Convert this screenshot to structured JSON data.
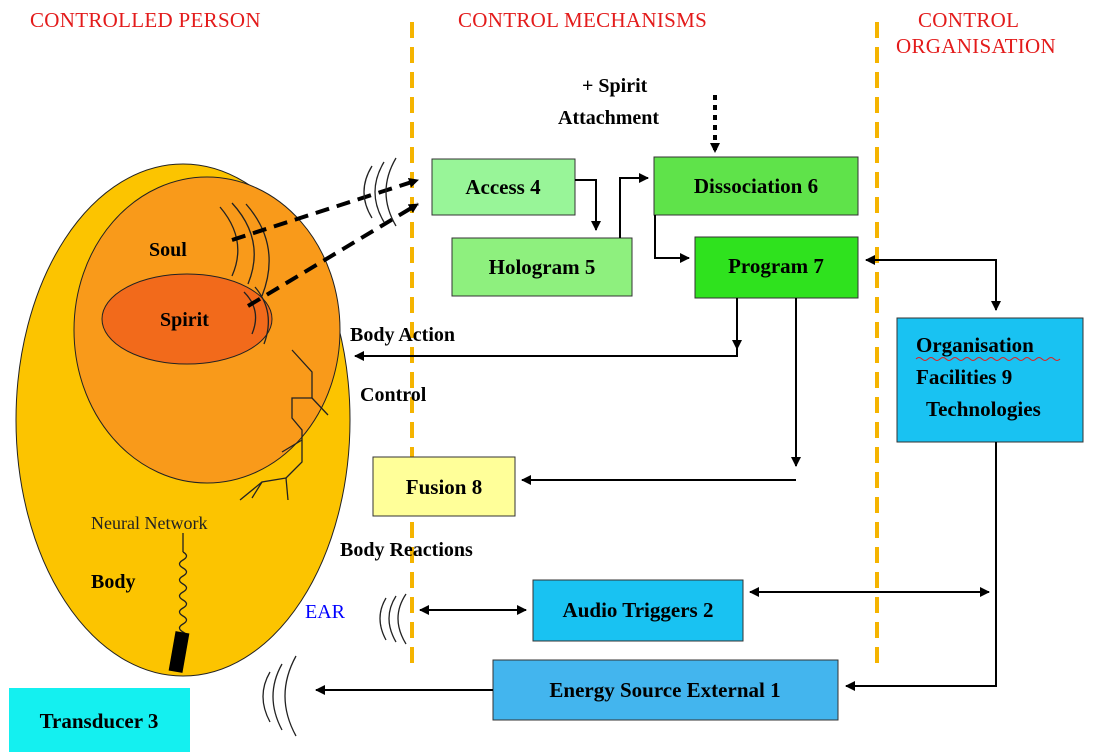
{
  "columns": {
    "person": "CONTROLLED PERSON",
    "mechanisms": "CONTROL MECHANISMS",
    "organisation_line1": "CONTROL",
    "organisation_line2": "ORGANISATION"
  },
  "person": {
    "soul": "Soul",
    "spirit": "Spirit",
    "neural_network": "Neural Network",
    "body": "Body",
    "ear": "EAR"
  },
  "annotations": {
    "spirit_attachment_line1": "+ Spirit",
    "spirit_attachment_line2": "Attachment",
    "body_action": "Body Action",
    "control": "Control",
    "body_reactions": "Body Reactions"
  },
  "boxes": {
    "access": "Access 4",
    "hologram": "Hologram 5",
    "dissociation": "Dissociation 6",
    "program": "Program 7",
    "fusion": "Fusion 8",
    "organisation_line1": "Organisation",
    "organisation_line2": "Facilities 9",
    "organisation_line3": "Technologies",
    "audio_triggers": "Audio Triggers 2",
    "energy_source": "Energy Source External 1",
    "transducer": "Transducer 3"
  },
  "colors": {
    "heading": "#e31b1b",
    "divider": "#f5b400",
    "body": "#fcc400",
    "soul": "#f99a1a",
    "spirit": "#f26a1b",
    "access": "#98f598",
    "hologram": "#8ef07e",
    "dissociation": "#5fe34a",
    "program": "#2fe21e",
    "fusion": "#ffff99",
    "blue_box": "#19c2f2",
    "energy_box": "#43b5ee",
    "transducer": "#14f0f0",
    "ear": "#0000ff"
  }
}
